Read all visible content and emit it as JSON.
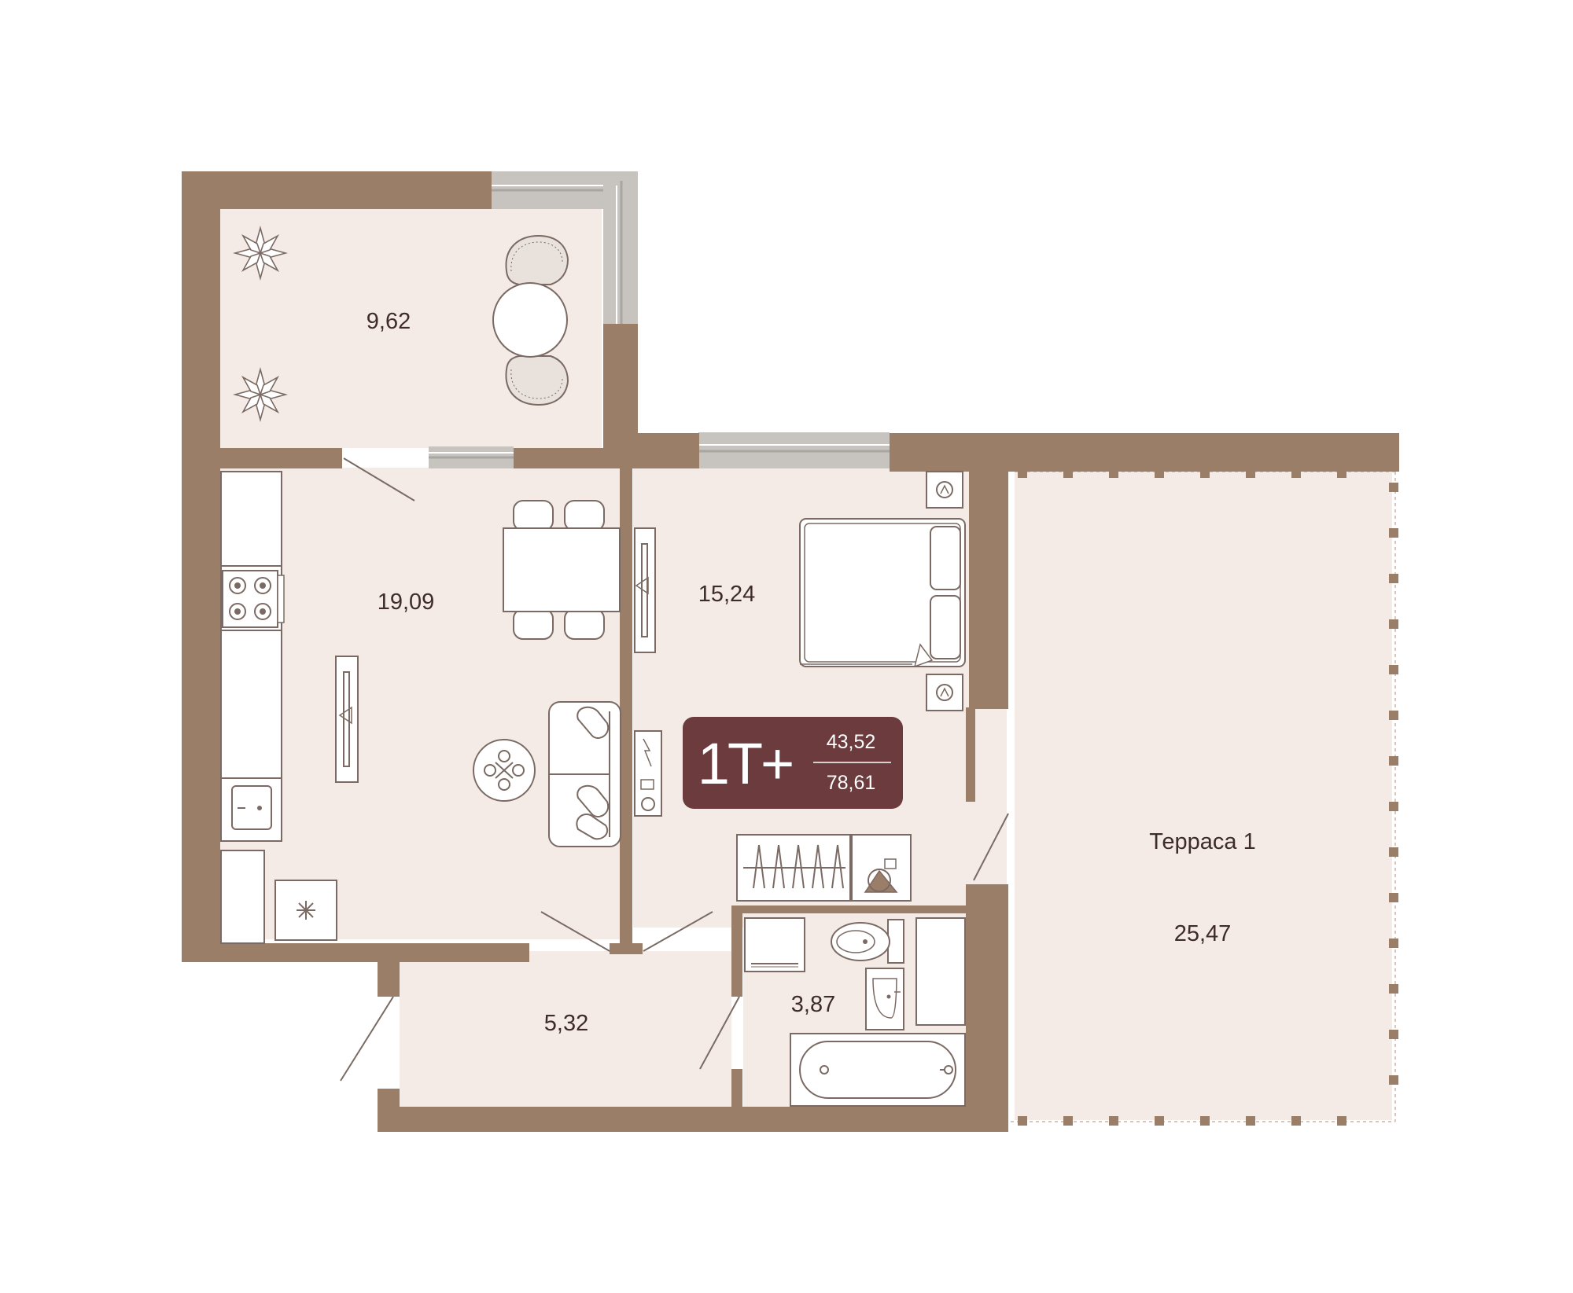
{
  "plan": {
    "colors": {
      "wall": "#9a7e68",
      "floor": "#f4ebe6",
      "window": "#c7c4bf",
      "window_frame": "#a9a6a1",
      "furniture_stroke": "#7a6a63",
      "terrace_post": "#9a7e68",
      "badge_bg": "#6b3b3e",
      "badge_text": "#ffffff",
      "label_text": "#3e2b2b"
    },
    "rooms": {
      "balcony": {
        "area": "9,62"
      },
      "kitchen_living": {
        "area": "19,09"
      },
      "bedroom": {
        "area": "15,24"
      },
      "hall": {
        "area": "5,32"
      },
      "bathroom": {
        "area": "3,87"
      },
      "terrace": {
        "name": "Терраса 1",
        "area": "25,47"
      }
    },
    "badge": {
      "type": "1Т+",
      "living_area": "43,52",
      "total_area": "78,61"
    },
    "icons": [
      "plant-icon",
      "round-table-icon",
      "chair-icon",
      "dining-table-icon",
      "stove-icon",
      "sink-icon",
      "fridge-icon",
      "tv-icon",
      "sofa-icon",
      "coffee-table-icon",
      "bed-icon",
      "nightstand-icon",
      "wardrobe-icon",
      "washing-machine-icon",
      "toilet-icon",
      "washbasin-icon",
      "bathtub-icon",
      "door-swing-icon",
      "terrace-post-icon"
    ]
  }
}
